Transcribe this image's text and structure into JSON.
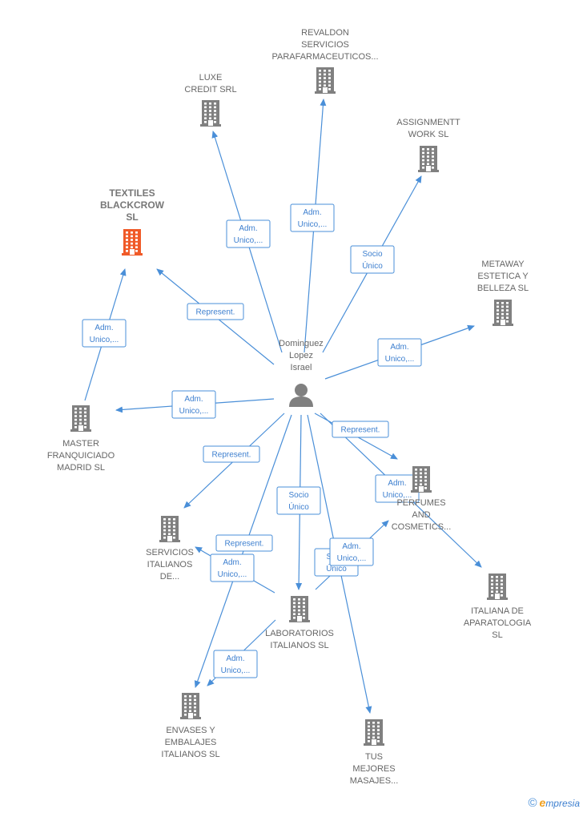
{
  "center": {
    "id": "person",
    "label": [
      "Dominguez",
      "Lopez",
      "Israel"
    ]
  },
  "nodes": [
    {
      "id": "revaldon",
      "label": [
        "REVALDON",
        "SERVICIOS",
        "PARAFARMACEUTICOS..."
      ],
      "highlight": false
    },
    {
      "id": "luxe",
      "label": [
        "LUXE",
        "CREDIT SRL"
      ],
      "highlight": false
    },
    {
      "id": "assignmentt",
      "label": [
        "ASSIGNMENTT",
        "WORK SL"
      ],
      "highlight": false
    },
    {
      "id": "textiles",
      "label": [
        "TEXTILES",
        "BLACKCROW",
        "SL"
      ],
      "highlight": true
    },
    {
      "id": "metaway",
      "label": [
        "METAWAY",
        "ESTETICA Y",
        "BELLEZA  SL"
      ],
      "highlight": false
    },
    {
      "id": "master",
      "label": [
        "MASTER",
        "FRANQUICIADO",
        "MADRID  SL"
      ],
      "highlight": false
    },
    {
      "id": "perfumes",
      "label": [
        "PERFUMES",
        "AND",
        "COSMETICS..."
      ],
      "highlight": false
    },
    {
      "id": "servicios",
      "label": [
        "SERVICIOS",
        "ITALIANOS",
        "DE..."
      ],
      "highlight": false
    },
    {
      "id": "italiana",
      "label": [
        "ITALIANA DE",
        "APARATOLOGIA",
        "SL"
      ],
      "highlight": false
    },
    {
      "id": "laboratorios",
      "label": [
        "LABORATORIOS",
        "ITALIANOS  SL"
      ],
      "highlight": false
    },
    {
      "id": "envases",
      "label": [
        "ENVASES Y",
        "EMBALAJES",
        "ITALIANOS  SL"
      ],
      "highlight": false
    },
    {
      "id": "tus",
      "label": [
        "TUS",
        "MEJORES",
        "MASAJES..."
      ],
      "highlight": false
    }
  ],
  "edges": [
    {
      "from": "person",
      "to": "luxe",
      "label": [
        "Adm.",
        "Unico,..."
      ]
    },
    {
      "from": "person",
      "to": "revaldon",
      "label": [
        "Adm.",
        "Unico,..."
      ]
    },
    {
      "from": "person",
      "to": "assignmentt",
      "label": [
        "Socio",
        "Único"
      ]
    },
    {
      "from": "person",
      "to": "textiles",
      "label": [
        "Represent."
      ]
    },
    {
      "from": "master",
      "to": "textiles",
      "label": [
        "Adm.",
        "Unico,..."
      ]
    },
    {
      "from": "person",
      "to": "metaway",
      "label": [
        "Adm.",
        "Unico,..."
      ]
    },
    {
      "from": "person",
      "to": "master",
      "label": [
        "Adm.",
        "Unico,..."
      ]
    },
    {
      "from": "person",
      "to": "perfumes",
      "label": [
        "Represent."
      ]
    },
    {
      "from": "person",
      "to": "italiana",
      "label": [
        "Adm.",
        "Unico,..."
      ]
    },
    {
      "from": "person",
      "to": "servicios",
      "label": [
        "Represent."
      ]
    },
    {
      "from": "laboratorios",
      "to": "servicios",
      "label": [
        "Represent."
      ]
    },
    {
      "from": "person",
      "to": "laboratorios",
      "label": [
        "Socio",
        "Único"
      ]
    },
    {
      "from": "person",
      "to": "envases",
      "label": [
        "Adm.",
        "Unico,..."
      ]
    },
    {
      "from": "laboratorios",
      "to": "envases",
      "label": [
        "Adm.",
        "Unico,..."
      ]
    },
    {
      "from": "person",
      "to": "tus",
      "label": [
        "Socio",
        "Único"
      ]
    },
    {
      "from": "laboratorios",
      "to": "perfumes",
      "label": [
        "Adm.",
        "Unico,..."
      ]
    }
  ],
  "colors": {
    "edge": "#4a8fd8",
    "building": "#808080",
    "highlight_building": "#f05a28",
    "person": "#808080"
  },
  "footer": {
    "copyright": "©",
    "brand_initial": "e",
    "brand_rest": "mpresia"
  }
}
